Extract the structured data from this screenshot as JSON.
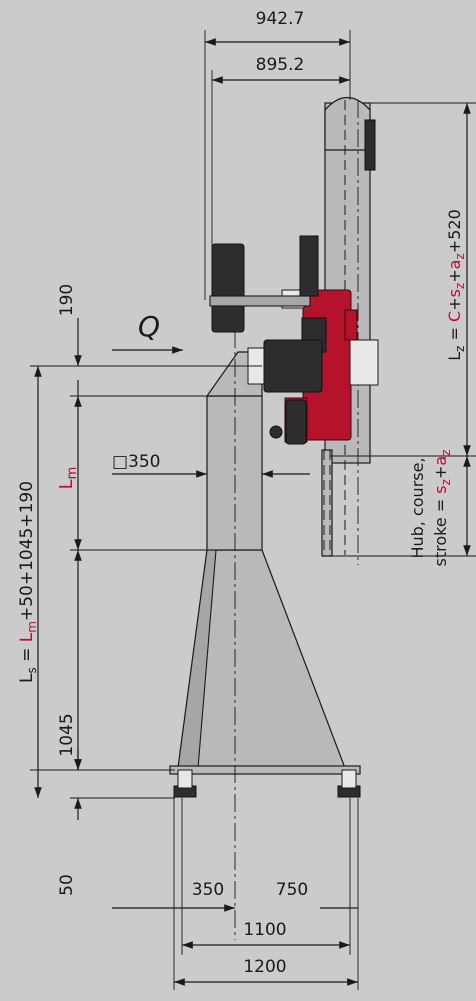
{
  "dimensions": {
    "top_overall": "942.7",
    "top_inner": "895.2",
    "d190": "190",
    "d1045": "1045",
    "d50": "50",
    "square_sym": "□",
    "d350_section": "350",
    "d350_base": "350",
    "d750": "750",
    "d1100": "1100",
    "d1200": "1200"
  },
  "labels": {
    "load": "Q",
    "lm_symbol": "L",
    "lm_sub": "m",
    "ls_prefix": "L",
    "ls_sub": "s",
    "ls_eq": " = ",
    "ls_lm": "L",
    "ls_lm_sub": "m",
    "ls_rest": "+50+1045+190",
    "lz_prefix": "L",
    "lz_sub": "z",
    "lz_eq": " = ",
    "lz_c": "C",
    "lz_plus1": "+",
    "lz_s": "s",
    "lz_s_sub": "z",
    "lz_plus2": "+",
    "lz_a": "a",
    "lz_a_sub": "z",
    "lz_rest": "+520",
    "hub_line1": "Hub, course,",
    "hub_line2": "stroke = ",
    "hub_s": "s",
    "hub_s_sub": "z",
    "hub_plus": "+",
    "hub_a": "a",
    "hub_a_sub": "z"
  },
  "colors": {
    "background": "#cbcbcb",
    "accent_red": "#b5122c",
    "steel": "#b9b9b9",
    "motor": "#2d2d2d"
  }
}
